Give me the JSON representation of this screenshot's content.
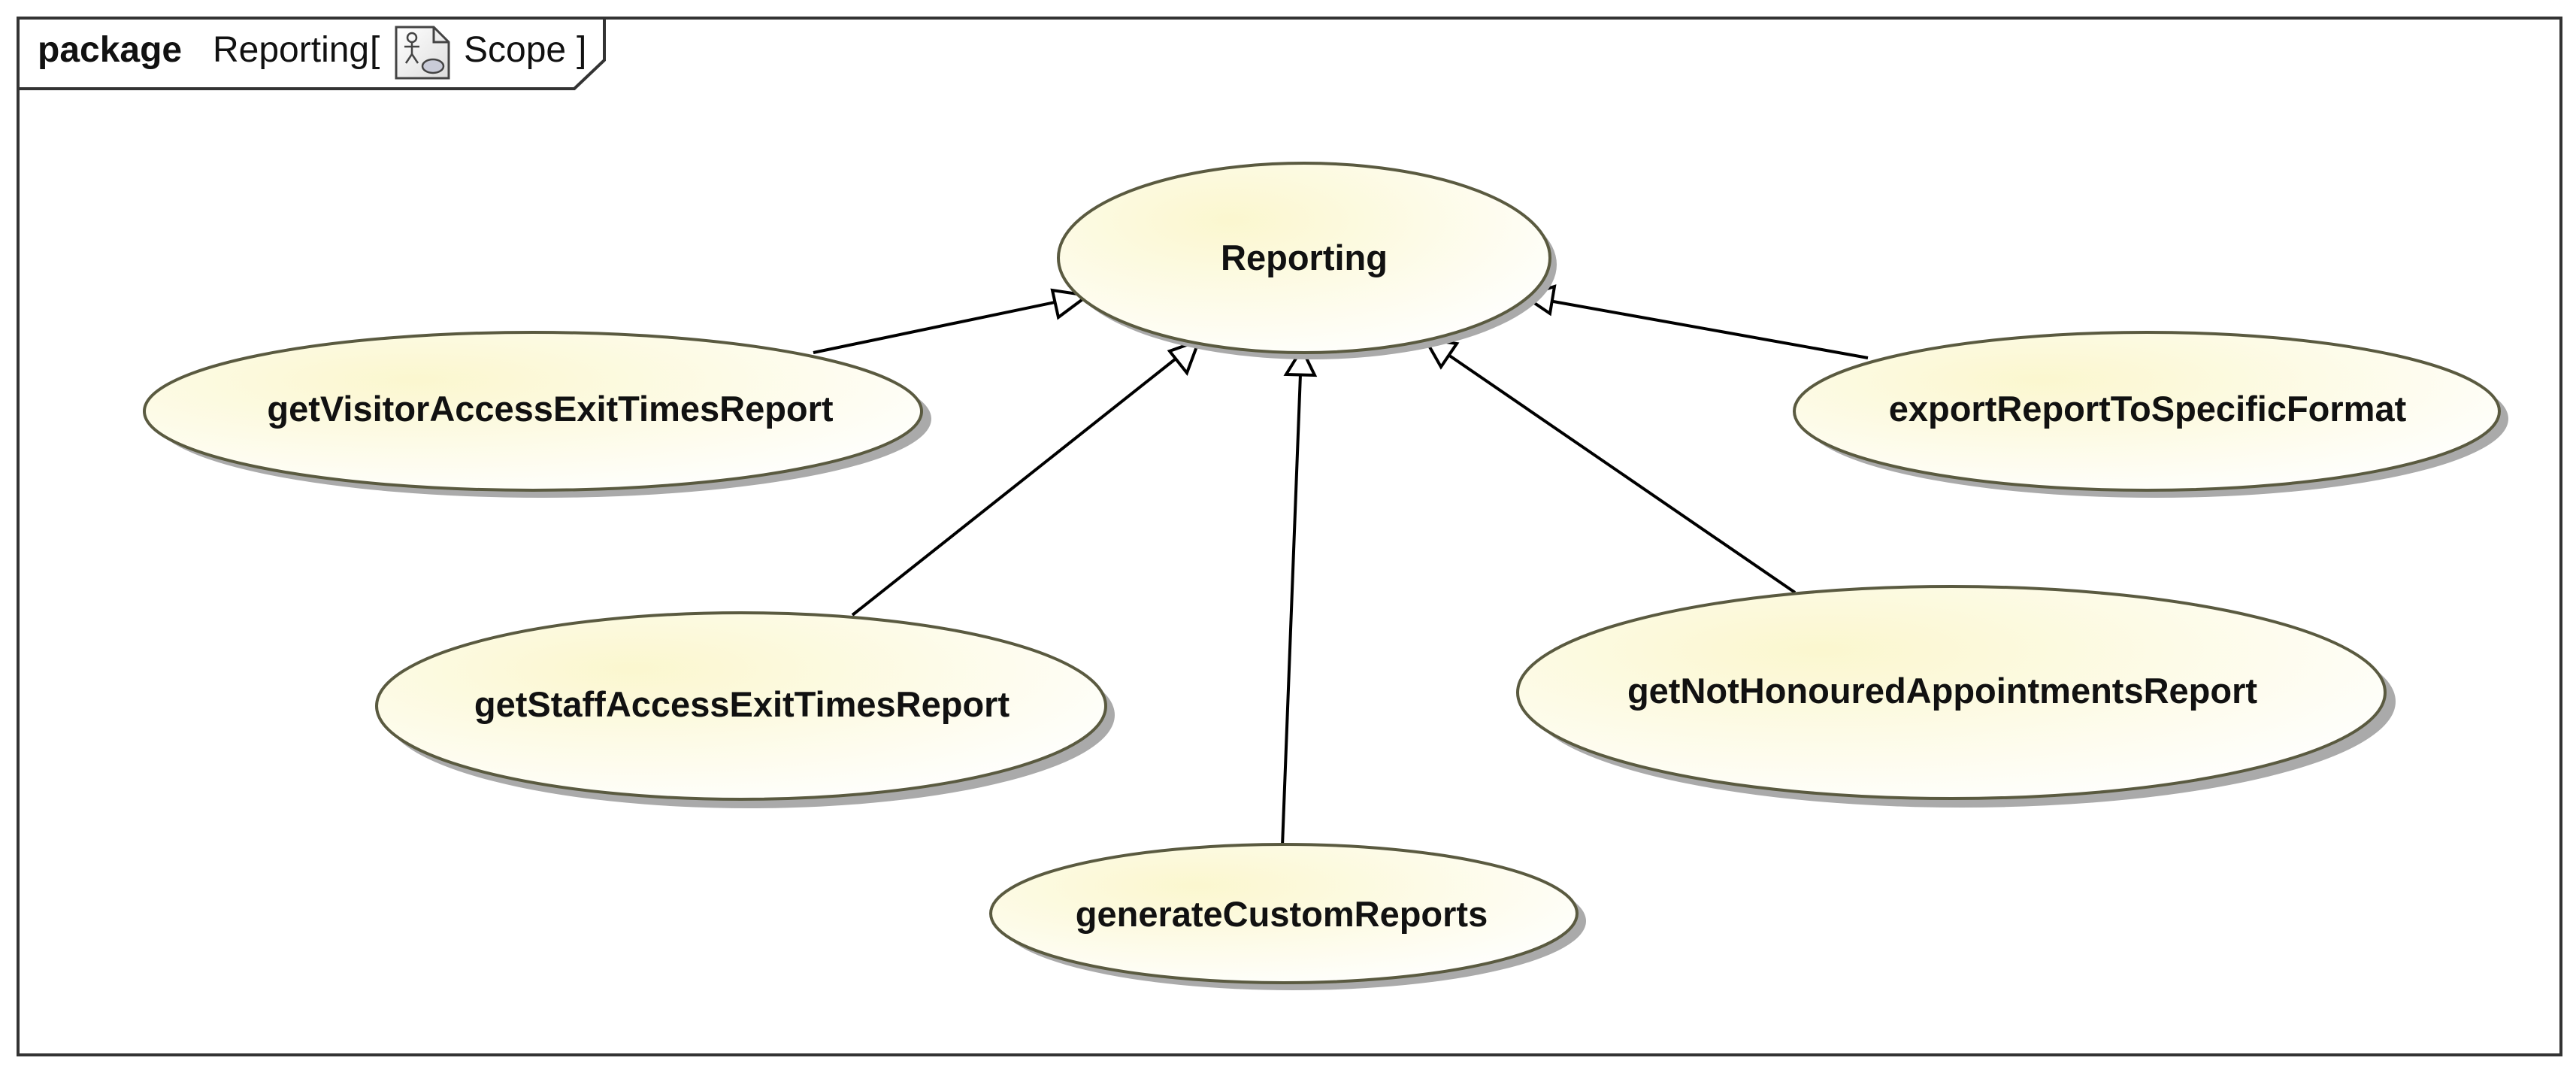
{
  "frame": {
    "keyword": "package",
    "name": "Reporting",
    "open_bracket": "[",
    "diagram_label": "Scope",
    "close_bracket": "]",
    "diagram_icon": "use-case-diagram-icon"
  },
  "use_cases": {
    "reporting": "Reporting",
    "get_visitor": "getVisitorAccessExitTimesReport",
    "export_report": "exportReportToSpecificFormat",
    "get_staff": "getStaffAccessExitTimesReport",
    "get_not_honoured": "getNotHonouredAppointmentsReport",
    "generate_custom": "generateCustomReports"
  },
  "relationships": [
    {
      "from": "getVisitorAccessExitTimesReport",
      "to": "Reporting",
      "type": "generalization"
    },
    {
      "from": "getStaffAccessExitTimesReport",
      "to": "Reporting",
      "type": "generalization"
    },
    {
      "from": "generateCustomReports",
      "to": "Reporting",
      "type": "generalization"
    },
    {
      "from": "getNotHonouredAppointmentsReport",
      "to": "Reporting",
      "type": "generalization"
    },
    {
      "from": "exportReportToSpecificFormat",
      "to": "Reporting",
      "type": "generalization"
    }
  ],
  "colors": {
    "use_case_fill_light": "#ffffff",
    "use_case_fill_dark": "#fbf7cf",
    "use_case_stroke": "#5a5a40",
    "shadow": "#aaaaaa",
    "line": "#000000",
    "frame": "#333333"
  }
}
